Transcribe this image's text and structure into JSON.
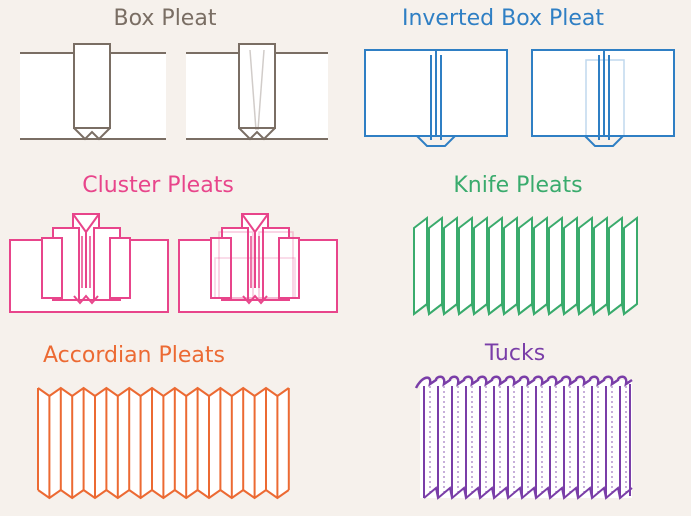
{
  "colors": {
    "background": "#f6f1ec",
    "box_pleat": "#7a6e64",
    "inverted_box_pleat": "#2f7fc4",
    "cluster_pleats": "#e8458b",
    "knife_pleats": "#3aab6d",
    "accordian_pleats": "#ec6a33",
    "tucks": "#7a3ea8"
  },
  "titles": {
    "box_pleat": "Box Pleat",
    "inverted_box_pleat": "Inverted Box Pleat",
    "cluster_pleats": "Cluster Pleats",
    "knife_pleats": "Knife Pleats",
    "accordian_pleats": "Accordian Pleats",
    "tucks": "Tucks"
  },
  "icons": {
    "box_pleat": [
      "box-pleat-folded-icon",
      "box-pleat-unfolded-icon"
    ],
    "inverted_box_pleat": [
      "inverted-box-pleat-folded-icon",
      "inverted-box-pleat-unfolded-icon"
    ],
    "cluster_pleats": [
      "cluster-pleats-folded-icon",
      "cluster-pleats-unfolded-icon"
    ],
    "knife_pleats": [
      "knife-pleats-icon"
    ],
    "accordian_pleats": [
      "accordian-pleats-icon"
    ],
    "tucks": [
      "tucks-icon"
    ]
  }
}
